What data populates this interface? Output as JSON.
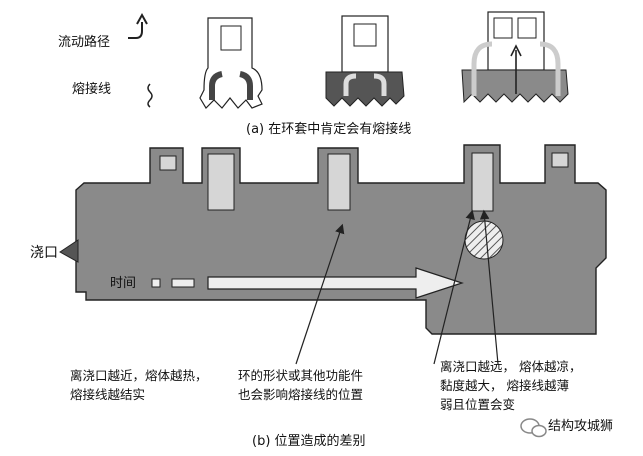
{
  "part_a": {
    "legend_flow": "流动路径",
    "legend_weld": "熔接线",
    "caption": "(a)  在环套中肯定会有熔接线"
  },
  "part_b": {
    "gate_label": "浇口",
    "time_label": "时间",
    "note_left": [
      "离浇口越近，熔体越热，",
      "熔接线越结实"
    ],
    "note_mid": [
      "环的形状或其他功能件",
      "也会影响熔接线的位置"
    ],
    "note_right": [
      "离浇口越远，  熔体越凉，",
      "黏度越大，  熔接线越薄",
      "弱且位置会变"
    ],
    "caption": "(b)  位置造成的差别"
  },
  "watermark": "结构攻城狮",
  "colors": {
    "part_fill": "#8a8a8a",
    "dark_fill": "#555555",
    "light_fill": "#d6d6d6"
  }
}
